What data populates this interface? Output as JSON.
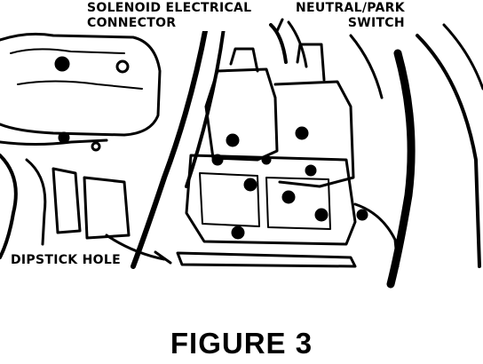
{
  "labels": {
    "solenoid": [
      "SOLENOID ELECTRICAL",
      "CONNECTOR"
    ],
    "neutral_park": [
      "NEUTRAL/PARK",
      "SWITCH"
    ],
    "dipstick": "DIPSTICK HOLE"
  },
  "caption": "FIGURE 3",
  "colors": {
    "ink": "#000000",
    "paper": "#ffffff"
  }
}
